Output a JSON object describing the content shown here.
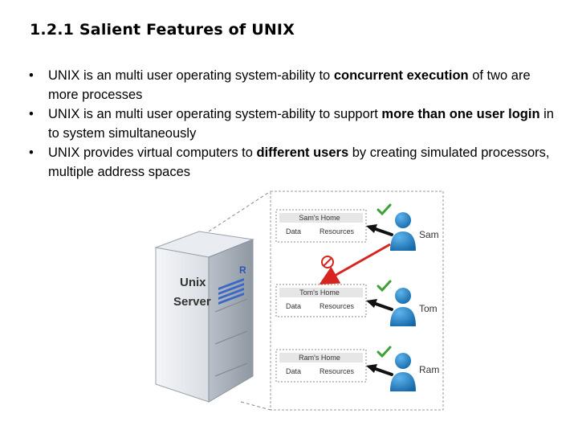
{
  "slide": {
    "title": "1.2.1 Salient Features of UNIX",
    "bullets": [
      {
        "before": "UNIX is an multi user operating system-ability to ",
        "bold": "concurrent execution",
        "after": " of two are more processes"
      },
      {
        "before": "UNIX is an multi user operating system-ability to support ",
        "bold": "more than one user login",
        "after": " in to system simultaneously"
      },
      {
        "before": "UNIX provides virtual computers to ",
        "bold": "different users",
        "after": " by creating simulated processors, multiple address spaces"
      }
    ]
  },
  "diagram": {
    "server_label_line1": "Unix",
    "server_label_line2": "Server",
    "homes": [
      {
        "title": "Sam's Home",
        "col1": "Data",
        "col2": "Resources",
        "user": "Sam"
      },
      {
        "title": "Tom's Home",
        "col1": "Data",
        "col2": "Resources",
        "user": "Tom"
      },
      {
        "title": "Ram's Home",
        "col1": "Data",
        "col2": "Resources",
        "user": "Ram"
      }
    ],
    "colors": {
      "user_blue": "#1c7fc4",
      "check_green": "#3ca236",
      "deny_red": "#d8241e",
      "panel_border": "#9a9a9a"
    }
  }
}
